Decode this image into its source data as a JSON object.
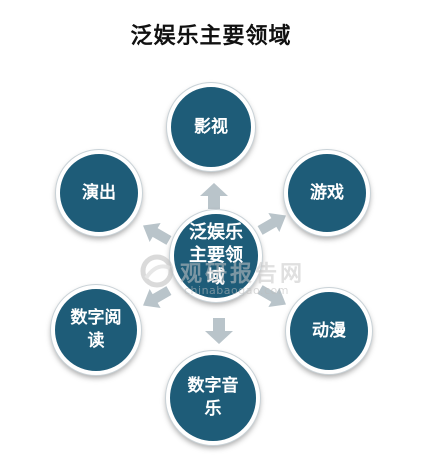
{
  "title": "泛娱乐主要领域",
  "center": {
    "label": "泛娱乐主要领域",
    "lines": [
      "泛娱乐",
      "主要领",
      "域"
    ]
  },
  "domains": [
    {
      "id": "film",
      "label": "影视"
    },
    {
      "id": "games",
      "label": "游戏"
    },
    {
      "id": "anime",
      "label": "动漫"
    },
    {
      "id": "music",
      "lines": [
        "数字音",
        "乐"
      ]
    },
    {
      "id": "reading",
      "lines": [
        "数字阅",
        "读"
      ]
    },
    {
      "id": "performance",
      "label": "演出"
    }
  ],
  "watermark": {
    "cn": "观研报告网",
    "en": "chinabaogao.com"
  },
  "colors": {
    "circle": "#1e5c78",
    "arrow": "#b9c4ca",
    "border": "#ffffff"
  }
}
